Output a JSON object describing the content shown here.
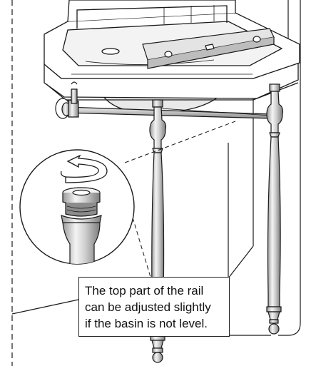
{
  "callout": {
    "lines": [
      "The top part of the rail",
      "can be adjusted slightly",
      "if the basin is not level."
    ]
  },
  "icons": {
    "rotate": "counter-clockwise-arrow-icon",
    "detail": "magnified-adjuster-detail"
  },
  "colors": {
    "line": "#1a1a1a",
    "fill": "#ffffff",
    "shade": "#e6e6e6",
    "chrome": "#cfcfcf"
  }
}
